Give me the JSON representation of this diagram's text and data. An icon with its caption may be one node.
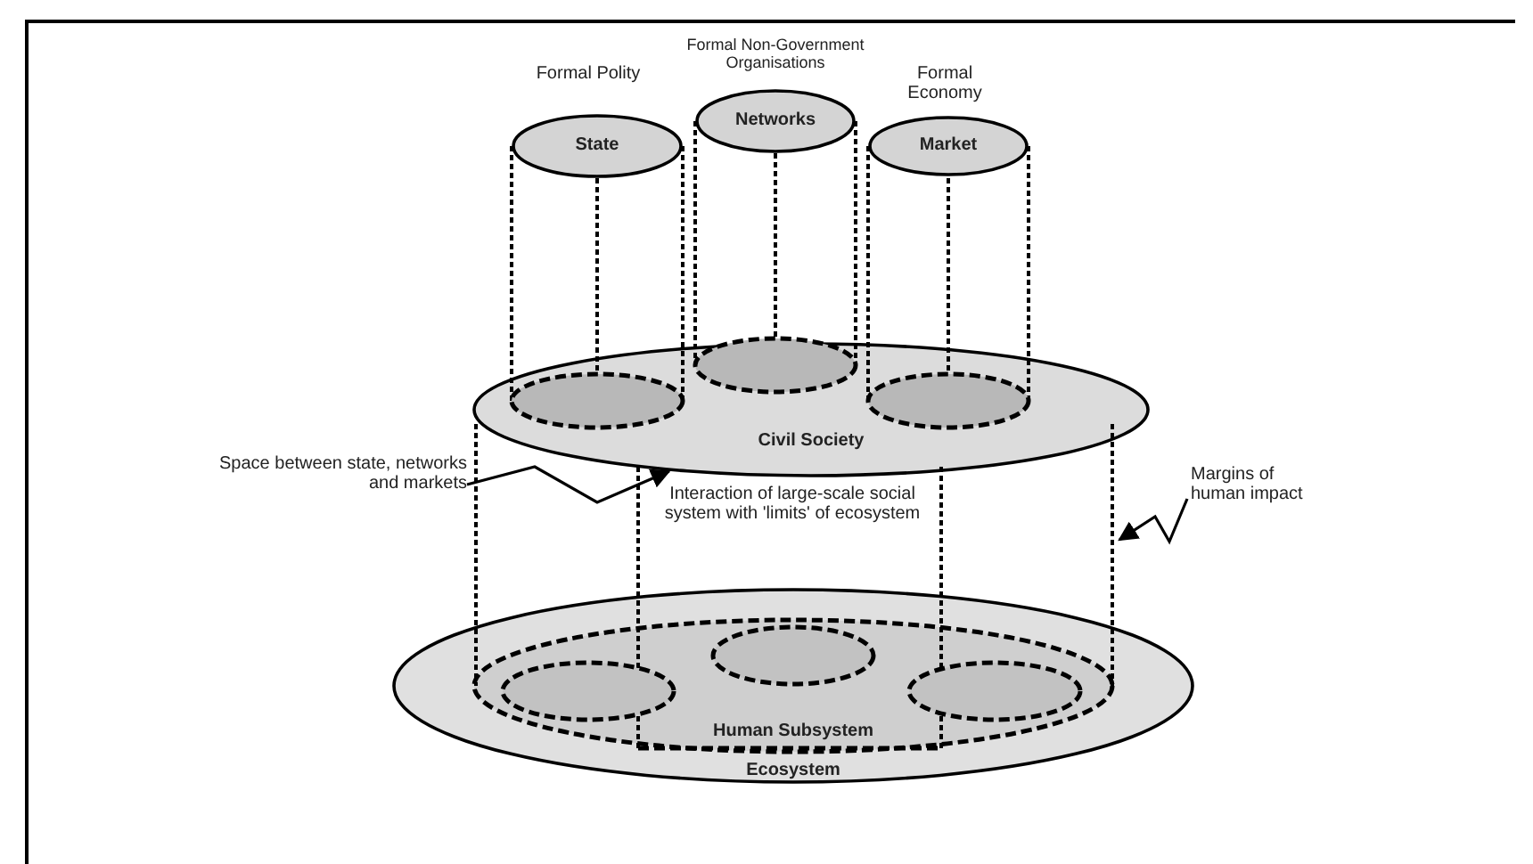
{
  "diagram": {
    "nodes": [
      {
        "text": [
          "State"
        ],
        "beside": [
          "Formal Polity"
        ]
      },
      {
        "text": [
          "Networks"
        ],
        "beside": [
          "Formal Non-Government Organisations"
        ]
      },
      {
        "text": [
          "Market"
        ],
        "beside": [
          "Formal Economy"
        ]
      },
      {
        "text": [
          "Civil Society"
        ]
      },
      {
        "text": [
          "Ecosystem"
        ]
      },
      {
        "text": [
          "Human Subsystem"
        ],
        "in": 4
      },
      {
        "text": [
          "Space between state, networks and markets"
        ]
      },
      {
        "text": [
          "Margins of human impact"
        ]
      }
    ],
    "edges": [
      {
        "from": 6,
        "to": 3,
        "arrow": "to"
      },
      {
        "from": 7,
        "to": null,
        "arrow": "to"
      }
    ],
    "labels": [
      "Interaction of large-scale social system with 'limits' of ecosystem"
    ]
  }
}
